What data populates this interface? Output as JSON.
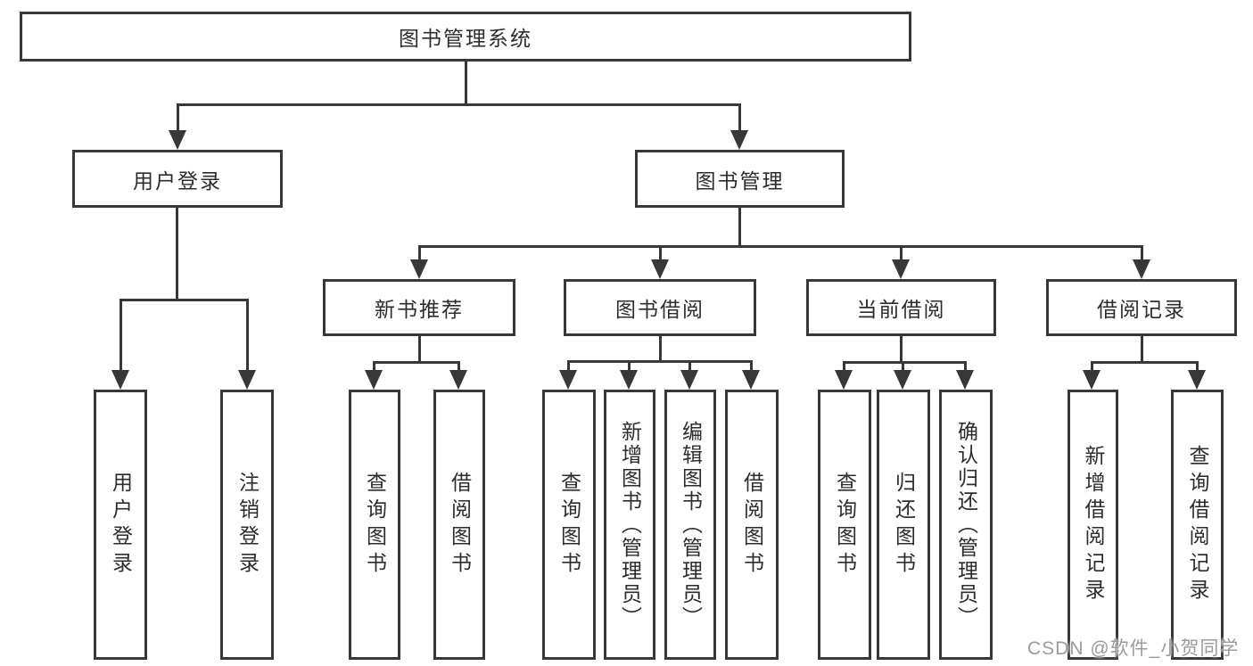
{
  "diagram": {
    "root": {
      "label": "图书管理系统"
    },
    "level1": [
      {
        "label": "用户登录"
      },
      {
        "label": "图书管理"
      }
    ],
    "level2": [
      {
        "label": "新书推荐",
        "parent": "图书管理"
      },
      {
        "label": "图书借阅",
        "parent": "图书管理"
      },
      {
        "label": "当前借阅",
        "parent": "图书管理"
      },
      {
        "label": "借阅记录",
        "parent": "图书管理"
      }
    ],
    "leaves": [
      {
        "label": "用户登录",
        "parent": "用户登录"
      },
      {
        "label": "注销登录",
        "parent": "用户登录"
      },
      {
        "label": "查询图书",
        "parent": "新书推荐"
      },
      {
        "label": "借阅图书",
        "parent": "新书推荐"
      },
      {
        "label": "查询图书",
        "parent": "图书借阅"
      },
      {
        "label": "新增图书（管理员）",
        "parent": "图书借阅"
      },
      {
        "label": "编辑图书（管理员）",
        "parent": "图书借阅"
      },
      {
        "label": "借阅图书",
        "parent": "图书借阅"
      },
      {
        "label": "查询图书",
        "parent": "当前借阅"
      },
      {
        "label": "归还图书",
        "parent": "当前借阅"
      },
      {
        "label": "确认归还（管理员）",
        "parent": "当前借阅"
      },
      {
        "label": "新增借阅记录",
        "parent": "借阅记录"
      },
      {
        "label": "查询借阅记录",
        "parent": "借阅记录"
      }
    ],
    "watermark": "CSDN @软件_小贺同学",
    "colors": {
      "line": "#383838",
      "text": "#2d2d2d",
      "background": "#ffffff",
      "watermark": "#9b9b9b"
    }
  }
}
